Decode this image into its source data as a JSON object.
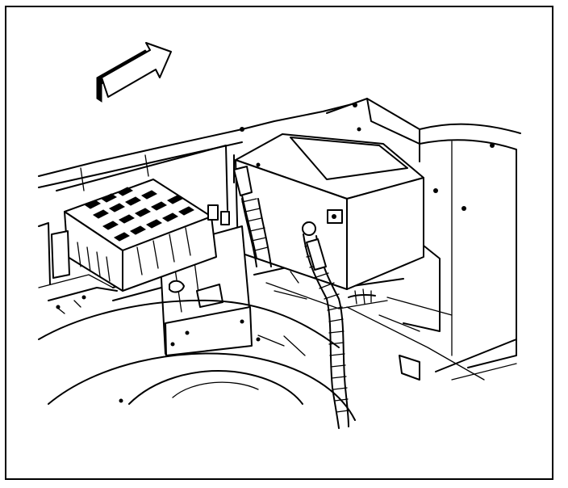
{
  "figure": {
    "type": "line-art",
    "colors": {
      "ink": "#000000",
      "paper": "#ffffff"
    },
    "parts": [
      "direction-arrow",
      "battery",
      "battery-tray",
      "positive-cable",
      "negative-cable",
      "fuse-relay-block",
      "fuse-block-bracket",
      "fender-panel",
      "radiator-support",
      "wheel-well"
    ]
  }
}
